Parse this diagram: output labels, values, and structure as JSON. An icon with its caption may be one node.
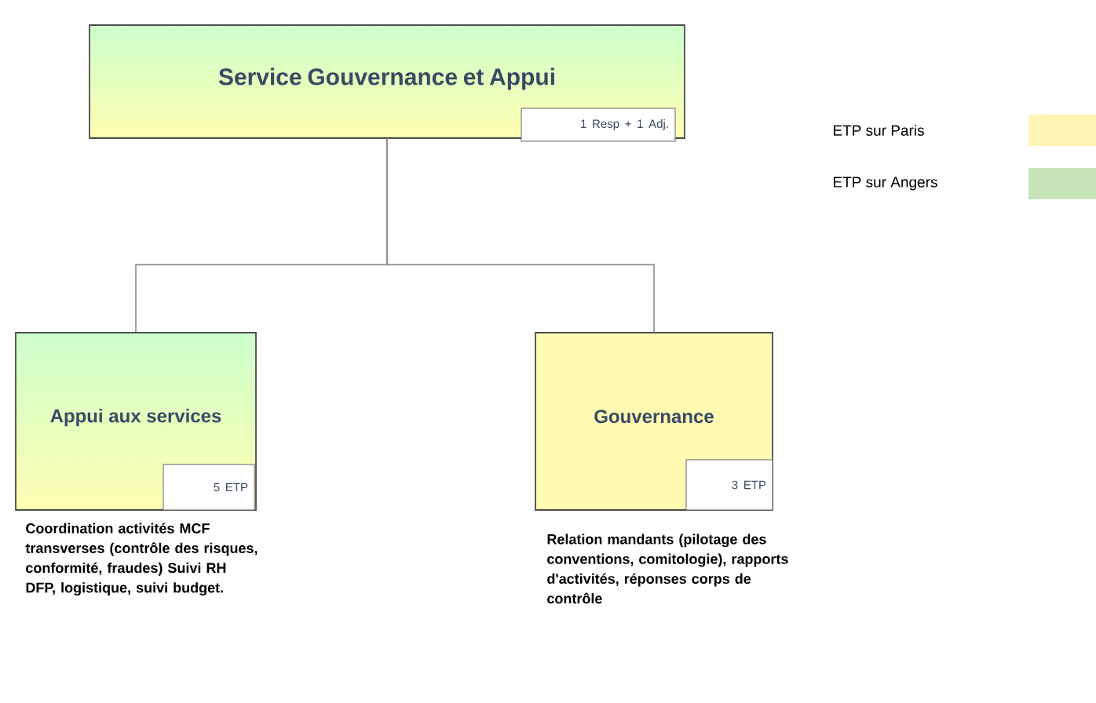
{
  "diagram": {
    "nodes": [
      {
        "text": [
          "Service Gouvernance et Appui"
        ]
      },
      {
        "text": [
          "1 Resp + 1 Adj."
        ],
        "in": 0
      },
      {
        "text": [
          "Appui aux services"
        ],
        "beside": [
          "Coordination activités MCF transverses (contrôle des risques, conformité, fraudes) Suivi RH DFP, logistique, suivi budget."
        ]
      },
      {
        "text": [
          "5 ETP"
        ],
        "in": 2
      },
      {
        "text": [
          "Gouvernance"
        ],
        "beside": [
          "Relation mandants (pilotage des conventions, comitologie), rapports d'activités, réponses corps de contrôle"
        ]
      },
      {
        "text": [
          "3 ETP"
        ],
        "in": 4
      }
    ],
    "edges": [
      {
        "from": 0,
        "to": 2,
        "arrow": "none"
      },
      {
        "from": 0,
        "to": 4,
        "arrow": "none"
      }
    ],
    "legend": [
      {
        "text": "ETP sur Paris",
        "color": "#fdf4b4"
      },
      {
        "text": "ETP sur Angers",
        "color": "#c6e4b8"
      }
    ]
  }
}
